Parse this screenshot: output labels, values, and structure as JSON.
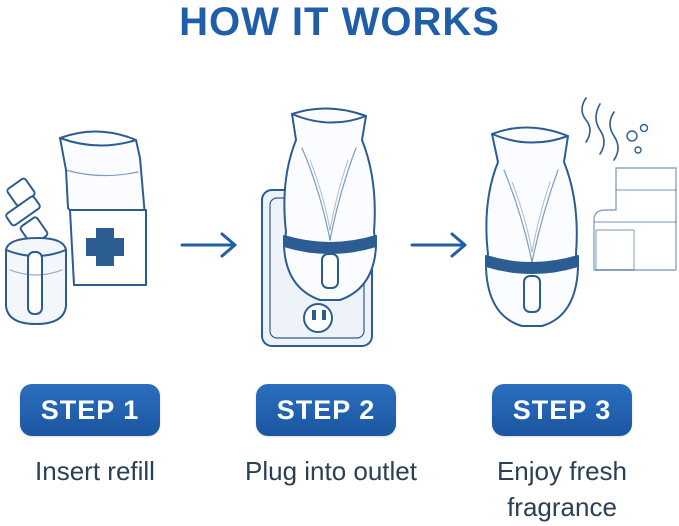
{
  "title": "HOW IT WORKS",
  "colors": {
    "brand_blue": "#1f5fa8",
    "line_blue": "#2c5d92",
    "badge_top": "#2b6fc0",
    "badge_bottom": "#1b56a0",
    "caption_text": "#2a4054"
  },
  "steps": [
    {
      "badge": "STEP 1",
      "caption": "Insert refill",
      "illustration": "refill-bottle-and-diffuser"
    },
    {
      "badge": "STEP 2",
      "caption": "Plug into outlet",
      "illustration": "diffuser-plugged-into-wall-outlet"
    },
    {
      "badge": "STEP 3",
      "caption_lines": [
        "Enjoy fresh",
        "fragrance"
      ],
      "illustration": "diffuser-with-scent-waves-and-sofa"
    }
  ],
  "arrows": [
    "right-arrow-icon",
    "right-arrow-icon"
  ]
}
